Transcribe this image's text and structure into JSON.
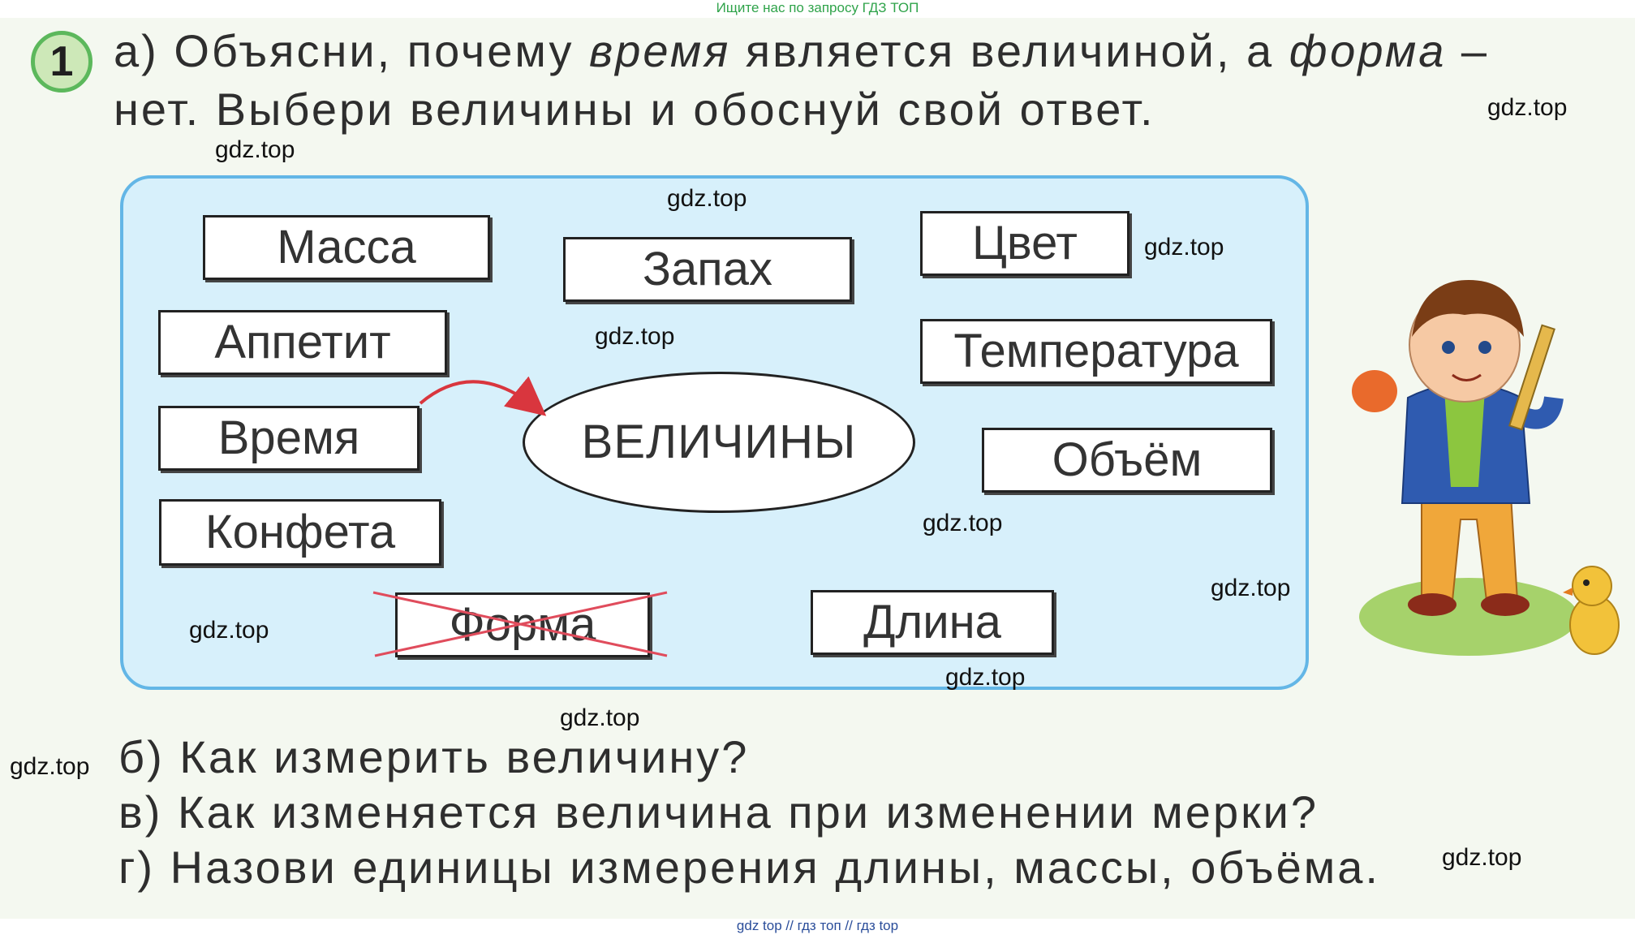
{
  "banner_top": "Ищите нас по запросу ГДЗ ТОП",
  "banner_bottom": "gdz top  //  гдз топ  //  гдз top",
  "task_number": "1",
  "heading": {
    "line1_a": "а) Объясни, почему ",
    "line1_time": "время",
    "line1_b": " является величиной, а ",
    "line1_form": "форма",
    "line1_c": " –",
    "line2": "нет. Выбери величины и обоснуй свой ответ."
  },
  "words": {
    "massa": "Масса",
    "zapah": "Запах",
    "cvet": "Цвет",
    "appetit": "Аппетит",
    "temperatura": "Температура",
    "vremya": "Время",
    "obem": "Объём",
    "konfeta": "Конфета",
    "forma": "Форма",
    "dlina": "Длина"
  },
  "center_label": "ВЕЛИЧИНЫ",
  "questions": {
    "b": "б) Как измерить величину?",
    "v": "в) Как изменяется величина при изменении мерки?",
    "g": "г) Назови единицы измерения длины, массы, объёма."
  },
  "watermark": "gdz.top",
  "colors": {
    "panel_fill": "#d7f0fb",
    "panel_border": "#63b6e6",
    "arrow": "#d9363e",
    "strike": "#e04c5c",
    "badge_fill": "#cde8b8",
    "badge_border": "#5cb85c"
  }
}
